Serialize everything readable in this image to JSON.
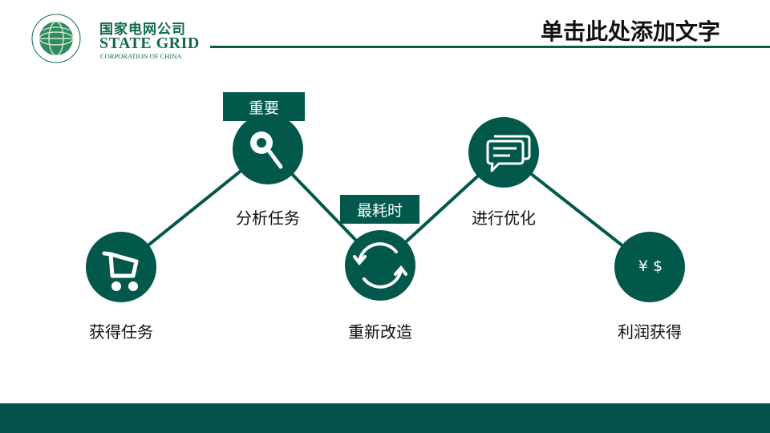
{
  "header": {
    "logo": {
      "cn": "国家电网公司",
      "en": "STATE GRID",
      "sub": "CORPORATION OF CHINA"
    },
    "title": "单击此处添加文字"
  },
  "colors": {
    "primary": "#03584c",
    "text": "#111111",
    "logo_green": "#0f6b4a"
  },
  "steps": [
    {
      "label": "获得任务",
      "icon": "shopping-cart-icon"
    },
    {
      "label": "分析任务",
      "icon": "search-icon",
      "tag": "重要"
    },
    {
      "label": "重新改造",
      "icon": "refresh-cycle-icon",
      "tag": "最耗时"
    },
    {
      "label": "进行优化",
      "icon": "chat-bubbles-icon"
    },
    {
      "label": "利润获得",
      "icon": "currency-icon",
      "icon_text": "¥ $"
    }
  ]
}
